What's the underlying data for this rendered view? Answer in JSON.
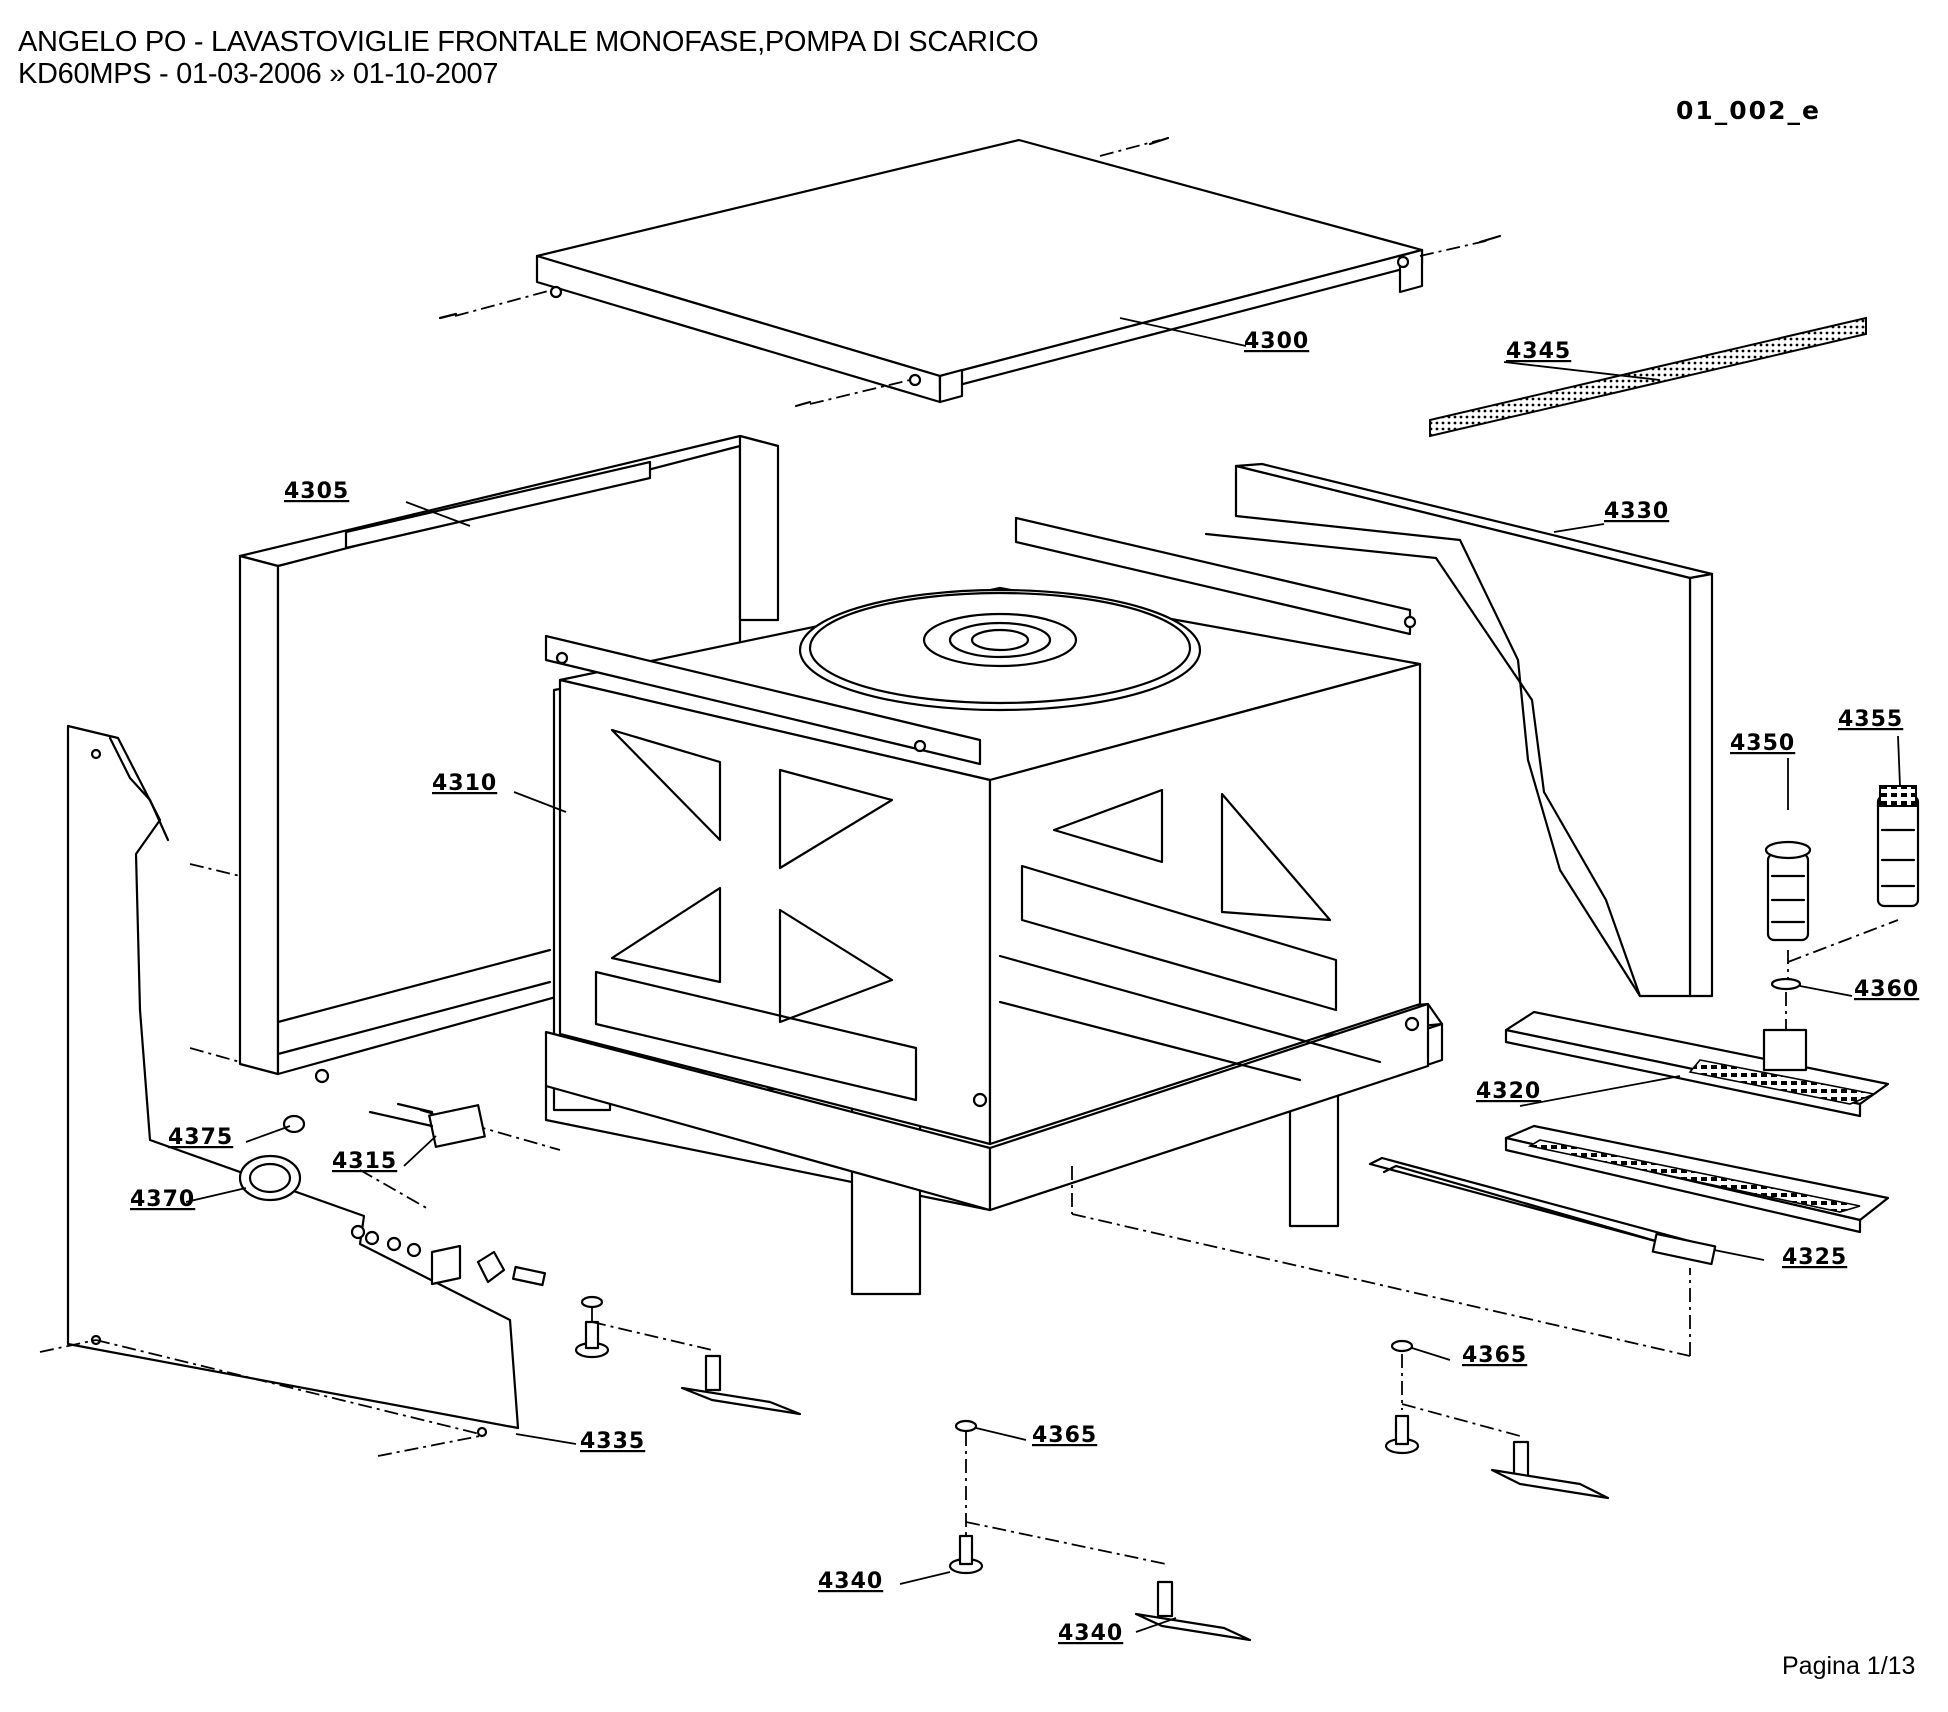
{
  "header": {
    "title": "ANGELO PO - LAVASTOVIGLIE FRONTALE MONOFASE,POMPA DI SCARICO",
    "subtitle": "KD60MPS - 01-03-2006 » 01-10-2007"
  },
  "sheet_code": "01_002_e",
  "page": "Pagina 1/13",
  "parts": [
    {
      "id": "p4300",
      "label": "4300"
    },
    {
      "id": "p4345",
      "label": "4345"
    },
    {
      "id": "p4305",
      "label": "4305"
    },
    {
      "id": "p4330",
      "label": "4330"
    },
    {
      "id": "p4310",
      "label": "4310"
    },
    {
      "id": "p4350",
      "label": "4350"
    },
    {
      "id": "p4355",
      "label": "4355"
    },
    {
      "id": "p4360",
      "label": "4360"
    },
    {
      "id": "p4320",
      "label": "4320"
    },
    {
      "id": "p4375",
      "label": "4375"
    },
    {
      "id": "p4315",
      "label": "4315"
    },
    {
      "id": "p4370",
      "label": "4370"
    },
    {
      "id": "p4325",
      "label": "4325"
    },
    {
      "id": "p4365a",
      "label": "4365"
    },
    {
      "id": "p4335",
      "label": "4335"
    },
    {
      "id": "p4365b",
      "label": "4365"
    },
    {
      "id": "p4340a",
      "label": "4340"
    },
    {
      "id": "p4340b",
      "label": "4340"
    }
  ]
}
